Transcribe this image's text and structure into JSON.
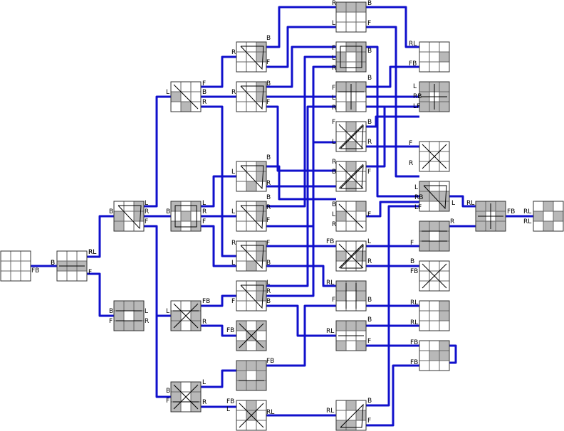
{
  "colors": {
    "wire": "#1010cc",
    "shade": "#b8b8b8",
    "background": "#ffffff"
  },
  "nodes": [
    {
      "id": "n0",
      "shade": [],
      "lines": [],
      "x_cross": false,
      "tri": ""
    },
    {
      "id": "n1",
      "shade": [
        3,
        4,
        5
      ],
      "lines": [
        "h1"
      ],
      "x_cross": false,
      "tri": ""
    },
    {
      "id": "n2",
      "shade": [
        2,
        3,
        5,
        6
      ],
      "lines": [],
      "x_cross": false,
      "tri": "tl"
    },
    {
      "id": "n3",
      "shade": [
        0,
        1,
        2,
        3,
        5,
        6,
        7,
        8
      ],
      "lines": [
        "h0",
        "h2"
      ],
      "x_cross": false,
      "tri": ""
    },
    {
      "id": "n4",
      "shade": [
        0,
        2,
        4,
        6,
        8
      ],
      "lines": [
        "box"
      ],
      "x_cross": false,
      "tri": ""
    },
    {
      "id": "n5",
      "shade": [
        3,
        7
      ],
      "lines": [],
      "x_cross": false,
      "tri": "diag"
    },
    {
      "id": "n6",
      "shade": [
        2,
        3,
        5,
        6,
        8
      ],
      "lines": [
        "h0"
      ],
      "x_cross": true,
      "tri": ""
    },
    {
      "id": "n7",
      "shade": [
        0,
        2,
        3,
        5,
        6,
        8
      ],
      "lines": [
        "h2"
      ],
      "x_cross": true,
      "tri": ""
    },
    {
      "id": "n8",
      "shade": [
        2,
        5
      ],
      "lines": [],
      "x_cross": false,
      "tri": "tl"
    },
    {
      "id": "n9",
      "shade": [
        2,
        5
      ],
      "lines": [],
      "x_cross": false,
      "tri": "tl"
    },
    {
      "id": "n10",
      "shade": [
        2,
        5,
        7
      ],
      "lines": [],
      "x_cross": false,
      "tri": "tl"
    },
    {
      "id": "n11",
      "shade": [
        2,
        5
      ],
      "lines": [],
      "x_cross": false,
      "tri": "tl"
    },
    {
      "id": "n12",
      "shade": [
        2,
        5,
        7
      ],
      "lines": [],
      "x_cross": false,
      "tri": "tl"
    },
    {
      "id": "n13",
      "shade": [
        2,
        5
      ],
      "lines": [],
      "x_cross": false,
      "tri": "tl"
    },
    {
      "id": "n14",
      "shade": [
        0,
        2,
        4,
        6,
        8
      ],
      "lines": [],
      "x_cross": true,
      "tri": ""
    },
    {
      "id": "n15",
      "shade": [
        0,
        1,
        2,
        3,
        5,
        6,
        7,
        8
      ],
      "lines": [
        "h2"
      ],
      "x_cross": false,
      "tri": ""
    },
    {
      "id": "n16",
      "shade": [
        1,
        4
      ],
      "lines": [],
      "x_cross": true,
      "tri": ""
    },
    {
      "id": "n17",
      "shade": [
        0,
        1,
        2
      ],
      "lines": [],
      "x_cross": false,
      "tri": ""
    },
    {
      "id": "n18",
      "shade": [
        1,
        2,
        3,
        5,
        6,
        8
      ],
      "lines": [
        "box"
      ],
      "x_cross": false,
      "tri": ""
    },
    {
      "id": "n19",
      "shade": [
        0,
        1,
        2,
        7
      ],
      "lines": [
        "h0",
        "v1"
      ],
      "x_cross": false,
      "tri": ""
    },
    {
      "id": "n20",
      "shade": [
        1,
        7
      ],
      "lines": [],
      "x_cross": true,
      "tri": "bot"
    },
    {
      "id": "n21",
      "shade": [
        1,
        7
      ],
      "lines": [],
      "x_cross": true,
      "tri": "bot"
    },
    {
      "id": "n22",
      "shade": [
        2,
        3
      ],
      "lines": [],
      "x_cross": false,
      "tri": "diag"
    },
    {
      "id": "n23",
      "shade": [
        3,
        5
      ],
      "lines": [],
      "x_cross": true,
      "tri": "bot"
    },
    {
      "id": "n24",
      "shade": [
        0,
        1,
        2,
        3,
        5
      ],
      "lines": [
        "v0",
        "v2"
      ],
      "x_cross": false,
      "tri": ""
    },
    {
      "id": "n25",
      "shade": [
        0,
        1,
        2,
        6,
        8
      ],
      "lines": [
        "h1"
      ],
      "x_cross": false,
      "tri": ""
    },
    {
      "id": "n26",
      "shade": [
        1,
        5,
        6,
        7
      ],
      "lines": [],
      "x_cross": false,
      "tri": "bot"
    },
    {
      "id": "n27",
      "shade": [
        2,
        4,
        5
      ],
      "lines": [],
      "x_cross": false,
      "tri": ""
    },
    {
      "id": "n28",
      "shade": [
        0,
        1,
        2,
        3,
        5,
        6,
        7,
        8
      ],
      "lines": [
        "h1",
        "v1"
      ],
      "x_cross": false,
      "tri": ""
    },
    {
      "id": "n29",
      "shade": [
        5
      ],
      "lines": [],
      "x_cross": false,
      "tri": ""
    },
    {
      "id": "n30",
      "shade": [
        1,
        4
      ],
      "lines": [],
      "x_cross": true,
      "tri": ""
    },
    {
      "id": "n31",
      "shade": [],
      "lines": [],
      "x_cross": true,
      "tri": ""
    },
    {
      "id": "n32",
      "shade": [
        0,
        3,
        4,
        5,
        8
      ],
      "lines": [],
      "x_cross": false,
      "tri": "tl"
    },
    {
      "id": "n33",
      "shade": [
        0,
        1,
        2,
        3,
        5,
        6,
        7,
        8
      ],
      "lines": [
        "h0",
        "h2"
      ],
      "x_cross": false,
      "tri": ""
    },
    {
      "id": "n34",
      "shade": [],
      "lines": [],
      "x_cross": true,
      "tri": ""
    },
    {
      "id": "n35",
      "shade": [
        2,
        5
      ],
      "lines": [],
      "x_cross": false,
      "tri": ""
    },
    {
      "id": "n36",
      "shade": [
        0,
        1,
        2,
        3,
        5,
        6,
        7,
        8
      ],
      "lines": [
        "h1",
        "v1"
      ],
      "x_cross": false,
      "tri": ""
    },
    {
      "id": "n37",
      "shade": [
        0,
        1,
        2,
        3,
        5,
        6,
        7,
        8
      ],
      "lines": [
        "v1",
        "h1"
      ],
      "x_cross": false,
      "tri": ""
    },
    {
      "id": "n38",
      "shade": [
        1,
        3,
        5,
        7
      ],
      "lines": [],
      "x_cross": false,
      "tri": ""
    }
  ],
  "port_labels": [
    {
      "text": "B"
    },
    {
      "text": "RL"
    },
    {
      "text": "FB"
    },
    {
      "text": "B"
    },
    {
      "text": "RL"
    },
    {
      "text": "F"
    },
    {
      "text": "B"
    },
    {
      "text": "L"
    },
    {
      "text": "R"
    },
    {
      "text": "F"
    },
    {
      "text": "B"
    },
    {
      "text": "F"
    },
    {
      "text": "L"
    },
    {
      "text": "R"
    },
    {
      "text": "B"
    },
    {
      "text": "L"
    },
    {
      "text": "R"
    },
    {
      "text": "F"
    },
    {
      "text": "L"
    },
    {
      "text": "F"
    },
    {
      "text": "B"
    },
    {
      "text": "R"
    },
    {
      "text": "L"
    },
    {
      "text": "FB"
    },
    {
      "text": "R"
    },
    {
      "text": "FB"
    },
    {
      "text": "B"
    },
    {
      "text": "F"
    },
    {
      "text": "L"
    },
    {
      "text": "R"
    },
    {
      "text": "R"
    },
    {
      "text": "B"
    },
    {
      "text": "F"
    },
    {
      "text": "R"
    },
    {
      "text": "B"
    },
    {
      "text": "F"
    },
    {
      "text": "L"
    },
    {
      "text": "B"
    },
    {
      "text": "R"
    },
    {
      "text": "B"
    },
    {
      "text": "L"
    },
    {
      "text": "R"
    },
    {
      "text": "F"
    },
    {
      "text": "R"
    },
    {
      "text": "F"
    },
    {
      "text": "L"
    },
    {
      "text": "B"
    },
    {
      "text": "F"
    },
    {
      "text": "L"
    },
    {
      "text": "R"
    },
    {
      "text": "B"
    },
    {
      "text": "L"
    },
    {
      "text": "FB"
    },
    {
      "text": "RL"
    },
    {
      "text": "FB"
    },
    {
      "text": "RL"
    },
    {
      "text": "R"
    },
    {
      "text": "L"
    },
    {
      "text": "B"
    },
    {
      "text": "F"
    },
    {
      "text": "F"
    },
    {
      "text": "L"
    },
    {
      "text": "R"
    },
    {
      "text": "B"
    },
    {
      "text": "F"
    },
    {
      "text": "L"
    },
    {
      "text": "R"
    },
    {
      "text": "B"
    },
    {
      "text": "F"
    },
    {
      "text": "L"
    },
    {
      "text": "R"
    },
    {
      "text": "B"
    },
    {
      "text": "R"
    },
    {
      "text": "B"
    },
    {
      "text": "F"
    },
    {
      "text": "B"
    },
    {
      "text": "L"
    },
    {
      "text": "R"
    },
    {
      "text": "F"
    },
    {
      "text": "FB"
    },
    {
      "text": "L"
    },
    {
      "text": "R"
    },
    {
      "text": "RL"
    },
    {
      "text": "B"
    },
    {
      "text": "F"
    },
    {
      "text": "F"
    },
    {
      "text": "B"
    },
    {
      "text": "RL"
    },
    {
      "text": "B"
    },
    {
      "text": "F"
    },
    {
      "text": "RL"
    },
    {
      "text": "FB"
    },
    {
      "text": "L"
    },
    {
      "text": "RB"
    },
    {
      "text": "LF"
    },
    {
      "text": "F"
    },
    {
      "text": "R"
    },
    {
      "text": "L"
    },
    {
      "text": "RB"
    },
    {
      "text": "LF"
    },
    {
      "text": "L"
    },
    {
      "text": "R"
    },
    {
      "text": "F"
    },
    {
      "text": "B"
    },
    {
      "text": "FB"
    },
    {
      "text": "RL"
    },
    {
      "text": "RL"
    },
    {
      "text": "FB"
    },
    {
      "text": "FB"
    },
    {
      "text": "RL"
    },
    {
      "text": "FB"
    },
    {
      "text": "RL"
    },
    {
      "text": "RL"
    },
    {
      "text": "B"
    },
    {
      "text": "RL"
    },
    {
      "text": "FB"
    }
  ]
}
